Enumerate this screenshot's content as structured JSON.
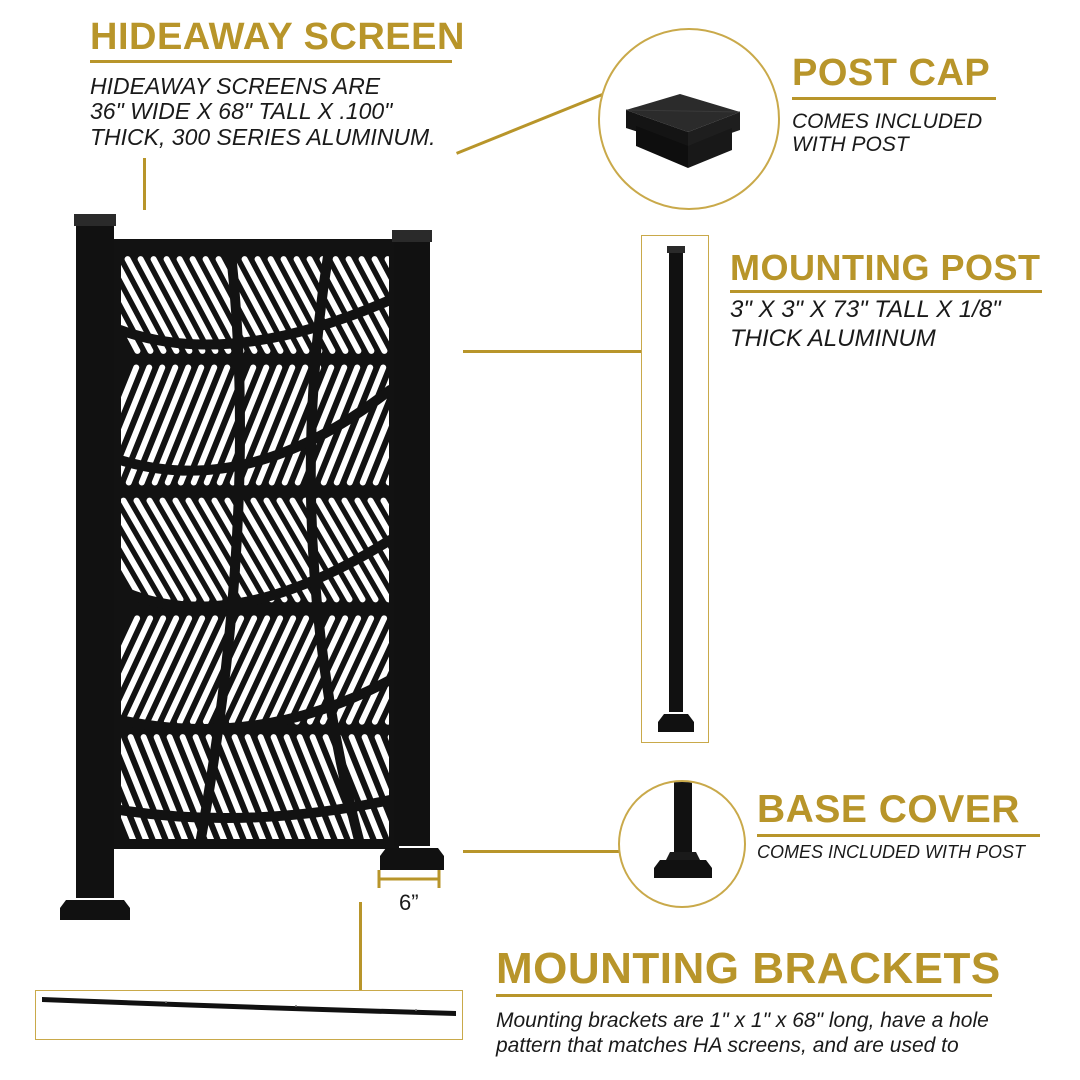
{
  "hideaway": {
    "title": "HIDEAWAY SCREEN",
    "desc_lines": [
      "HIDEAWAY SCREENS ARE",
      "36\" WIDE X 68\" TALL X .100\"",
      "THICK, 300 SERIES ALUMINUM."
    ]
  },
  "post_cap": {
    "title": "POST CAP",
    "desc_lines": [
      "COMES INCLUDED",
      "WITH POST"
    ]
  },
  "mounting_post": {
    "title": "MOUNTING POST",
    "desc_lines": [
      "3\" X 3\" X 73\" TALL X 1/8\"",
      "THICK ALUMINUM"
    ]
  },
  "base_cover": {
    "title": "BASE COVER",
    "desc_lines": [
      "COMES INCLUDED WITH POST"
    ]
  },
  "dimension": {
    "label": "6”"
  },
  "mounting_brackets": {
    "title": "MOUNTING BRACKETS",
    "desc_lines": [
      "Mounting brackets are 1\" x 1\" x 68\" long, have a hole",
      "pattern that matches HA screens, and are used to"
    ]
  },
  "colors": {
    "accent": "#b8952a",
    "product": "#121212"
  }
}
